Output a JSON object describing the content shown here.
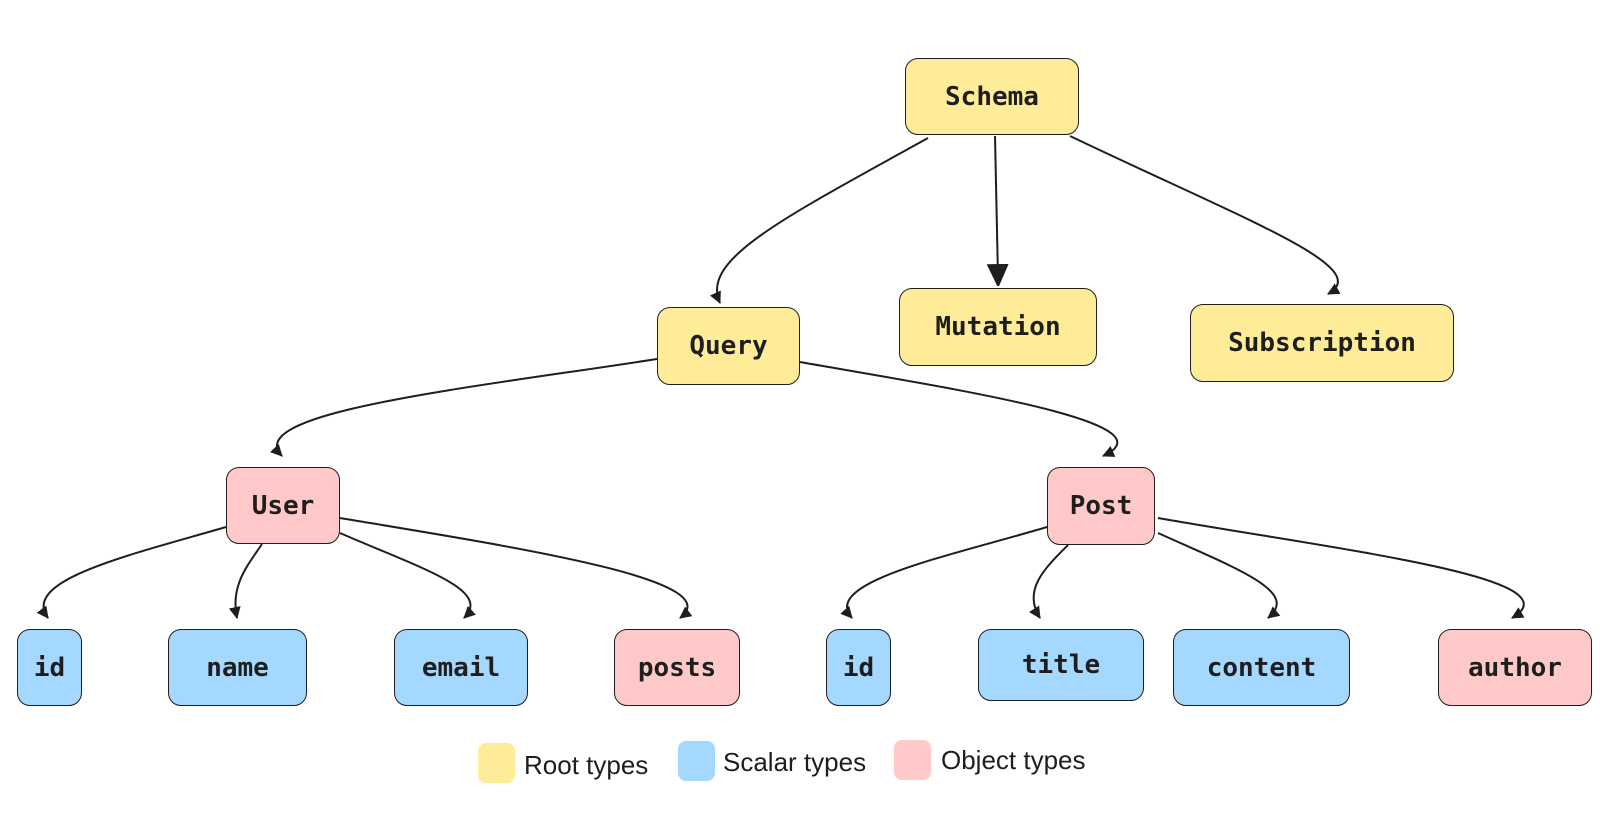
{
  "diagram": {
    "nodes": {
      "schema": {
        "label": "Schema",
        "kind": "root"
      },
      "query": {
        "label": "Query",
        "kind": "root"
      },
      "mutation": {
        "label": "Mutation",
        "kind": "root"
      },
      "subscription": {
        "label": "Subscription",
        "kind": "root"
      },
      "user": {
        "label": "User",
        "kind": "object"
      },
      "post": {
        "label": "Post",
        "kind": "object"
      },
      "user_id": {
        "label": "id",
        "kind": "scalar"
      },
      "user_name": {
        "label": "name",
        "kind": "scalar"
      },
      "user_email": {
        "label": "email",
        "kind": "scalar"
      },
      "user_posts": {
        "label": "posts",
        "kind": "object"
      },
      "post_id": {
        "label": "id",
        "kind": "scalar"
      },
      "post_title": {
        "label": "title",
        "kind": "scalar"
      },
      "post_content": {
        "label": "content",
        "kind": "scalar"
      },
      "post_author": {
        "label": "author",
        "kind": "object"
      }
    },
    "edges": [
      {
        "from": "schema",
        "to": "query"
      },
      {
        "from": "schema",
        "to": "mutation"
      },
      {
        "from": "schema",
        "to": "subscription"
      },
      {
        "from": "query",
        "to": "user"
      },
      {
        "from": "query",
        "to": "post"
      },
      {
        "from": "user",
        "to": "user_id"
      },
      {
        "from": "user",
        "to": "user_name"
      },
      {
        "from": "user",
        "to": "user_email"
      },
      {
        "from": "user",
        "to": "user_posts"
      },
      {
        "from": "post",
        "to": "post_id"
      },
      {
        "from": "post",
        "to": "post_title"
      },
      {
        "from": "post",
        "to": "post_content"
      },
      {
        "from": "post",
        "to": "post_author"
      }
    ]
  },
  "legend": {
    "root": {
      "label": "Root types",
      "color": "#ffec99"
    },
    "scalar": {
      "label": "Scalar types",
      "color": "#a5d8ff"
    },
    "object": {
      "label": "Object types",
      "color": "#ffc9c9"
    }
  },
  "colors": {
    "root": "#ffec99",
    "scalar": "#a5d8ff",
    "object": "#ffc9c9",
    "stroke": "#1e1e1e"
  }
}
